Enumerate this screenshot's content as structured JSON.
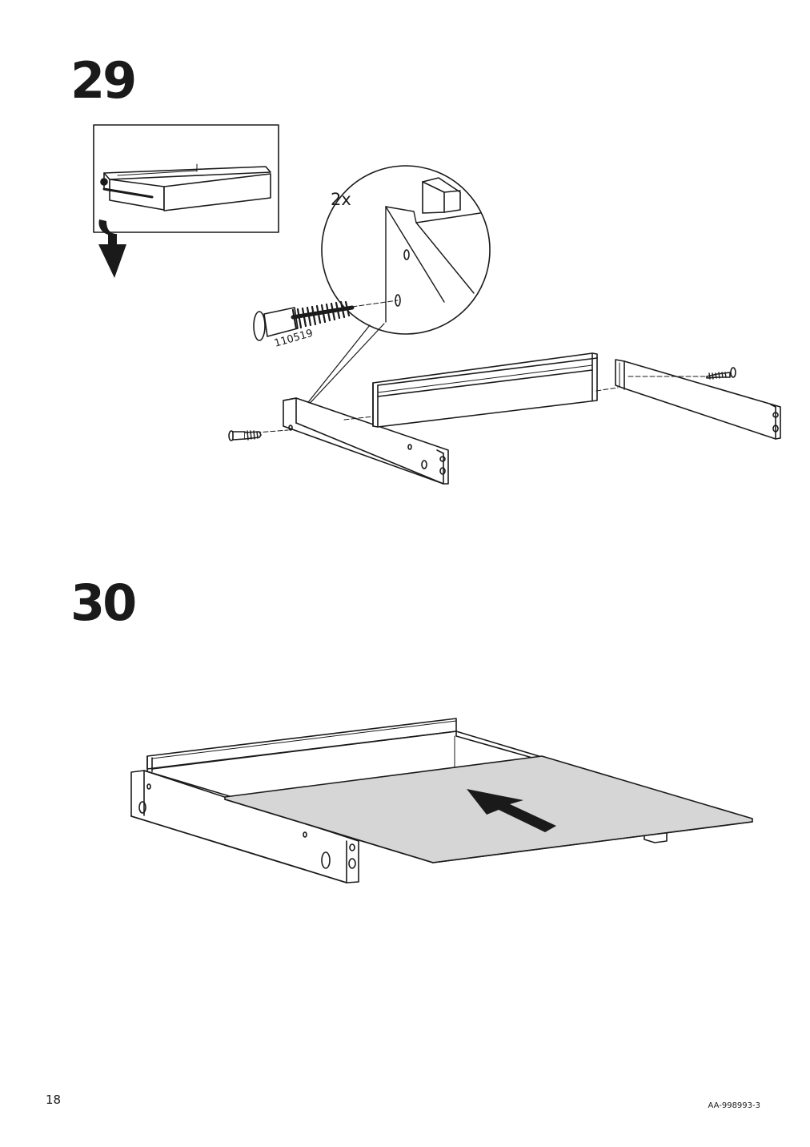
{
  "steps": [
    {
      "number": "29",
      "multiplier": "2x",
      "part_number": "110519"
    },
    {
      "number": "30"
    }
  ],
  "footer": {
    "page_number": "18",
    "doc_code": "AA-998993-3"
  },
  "colors": {
    "ink": "#1a1a1a",
    "panel_fill": "#d6d6d6"
  }
}
